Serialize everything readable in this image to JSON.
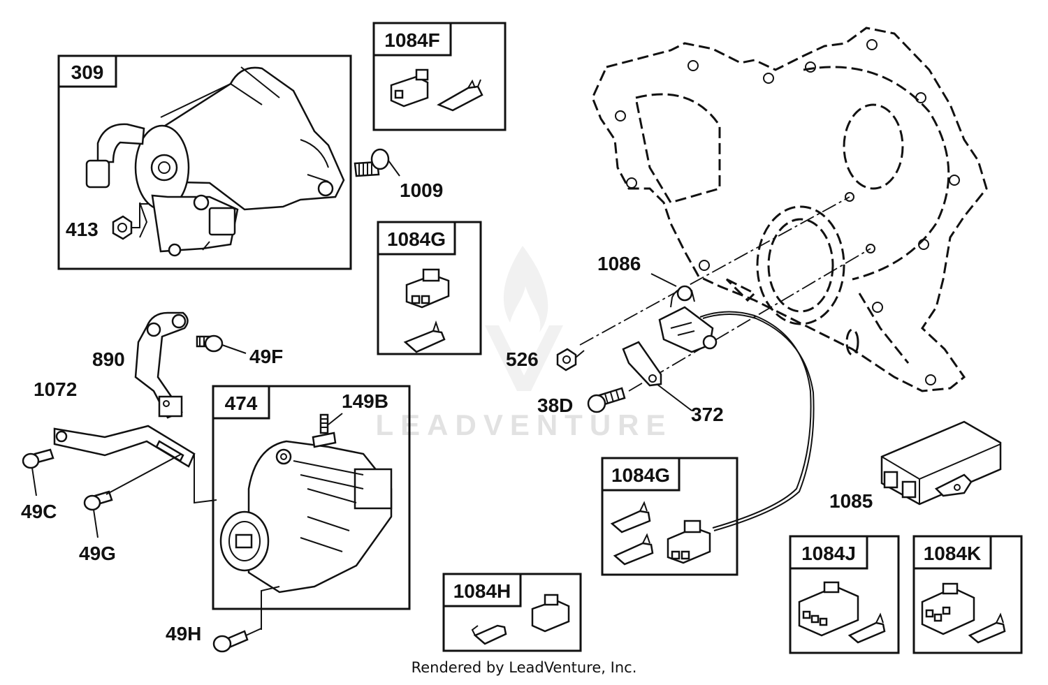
{
  "diagram": {
    "boxes": {
      "b309": "309",
      "b1084F": "1084F",
      "b1084G_top": "1084G",
      "b474": "474",
      "b1084G_bottom": "1084G",
      "b1084H": "1084H",
      "b1084J": "1084J",
      "b1084K": "1084K"
    },
    "callouts": {
      "c1009": "1009",
      "c413": "413",
      "c890": "890",
      "c49F": "49F",
      "c1072": "1072",
      "c149B": "149B",
      "c49C": "49C",
      "c49G": "49G",
      "c49H": "49H",
      "c1086": "1086",
      "c526": "526",
      "c38D": "38D",
      "c372": "372",
      "c1085": "1085"
    },
    "watermark": "LEADVENTURE",
    "footer": "Rendered by LeadVenture, Inc."
  }
}
